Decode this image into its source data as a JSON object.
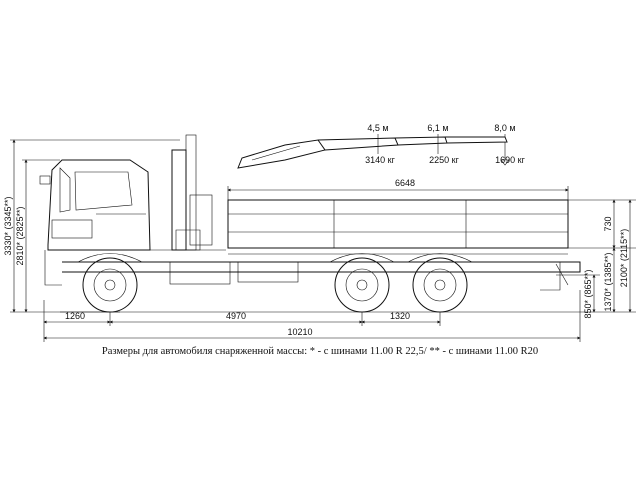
{
  "crane_reach": [
    {
      "reach": "4,5 м",
      "load": "3140 кг"
    },
    {
      "reach": "6,1 м",
      "load": "2250 кг"
    },
    {
      "reach": "8,0 м",
      "load": "1690 кг"
    }
  ],
  "dimensions": {
    "body_length": "6648",
    "front_overhang": "1260",
    "wheelbase": "4970",
    "overall_length": "10210",
    "bogie_spacing": "1320",
    "overall_height": "3330* (3345**)",
    "cab_height": "2810* (2825**)",
    "side_height": "730",
    "platform_height": "2100* (2115**)",
    "floor_height": "1370* (1385**)",
    "rear_step_height": "850* (865**)"
  },
  "caption": "Размеры для автомобиля снаряженной массы: * - с шинами 11.00 R 22,5/ ** - с шинами 11.00 R20"
}
